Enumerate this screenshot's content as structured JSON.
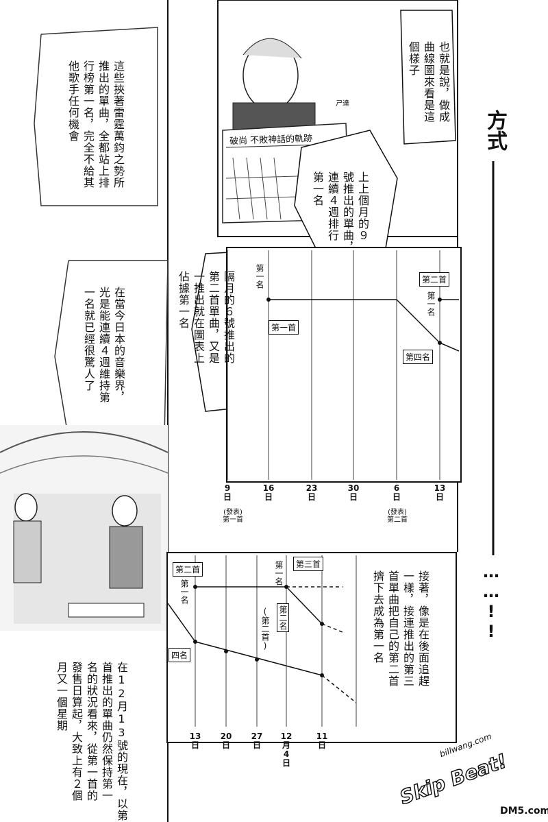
{
  "bubbles": {
    "left_top": [
      "這些挾著雷霆萬鈞之勢所",
      "推出的單曲，全都站上排",
      "行榜第一名，完全不給其",
      "他歌手任何機會"
    ],
    "left_mid": [
      "在當今日本的音樂界，",
      "光是能連續４週維持第",
      "一名就已經很驚人了"
    ],
    "top_right": [
      "也就是說，做成",
      "曲線圖來看是這",
      "個樣子"
    ],
    "mid_center": [
      "上上個月的９",
      "號推出的單曲，",
      "連續４週排行",
      "第一名"
    ],
    "mid_left": [
      "隔月的６號推出的",
      "第二首單曲，又是",
      "一推出就在圖表上",
      "佔據第一名"
    ],
    "lower_right": [
      "接著，像是在後面追趕",
      "一樣，接連推出的第三",
      "首單曲把自己的第二首",
      "擠下去成為第一名"
    ],
    "bottom_left": [
      "在12月13號的現在，以第三",
      "首推出的單曲仍然保持第一",
      "名的狀況看來，從第一首的",
      "發售日算起，大致上有２個",
      "月又一個星期"
    ]
  },
  "title": {
    "text": "方式",
    "tail": "……!!"
  },
  "board": {
    "caption": "破尚 不敗神話的軌跡",
    "sfx": "ㄕ達"
  },
  "chart_top": {
    "labels": {
      "first_song": "第一首",
      "second_song": "第二首",
      "rank1": "第一名",
      "rank1_b": "第一名",
      "rank4": "第四名"
    },
    "ticks": [
      [
        "9",
        "日"
      ],
      [
        "16",
        "日"
      ],
      [
        "23",
        "日"
      ],
      [
        "30",
        "日"
      ],
      [
        "6",
        "日"
      ],
      [
        "13",
        "日"
      ]
    ],
    "notes": {
      "release1": [
        "發表",
        "第一首"
      ],
      "release2": [
        "發表",
        "第二首"
      ]
    }
  },
  "chart_bottom": {
    "labels": {
      "second_song": "第二首",
      "third_song": "第三首",
      "rank1": "第一名",
      "rank1_b": "第一名",
      "rank2": "第二名",
      "paren_second": "(第二首)",
      "rank4": "四名"
    },
    "ticks": [
      [
        "13",
        "日"
      ],
      [
        "20",
        "日"
      ],
      [
        "27",
        "日"
      ],
      [
        "12",
        "月",
        "4",
        "日"
      ],
      [
        "11",
        "日"
      ]
    ]
  },
  "watermark": {
    "site": "billwang.com",
    "brand": "Skip Beat!",
    "dm5": "DM5.com"
  }
}
